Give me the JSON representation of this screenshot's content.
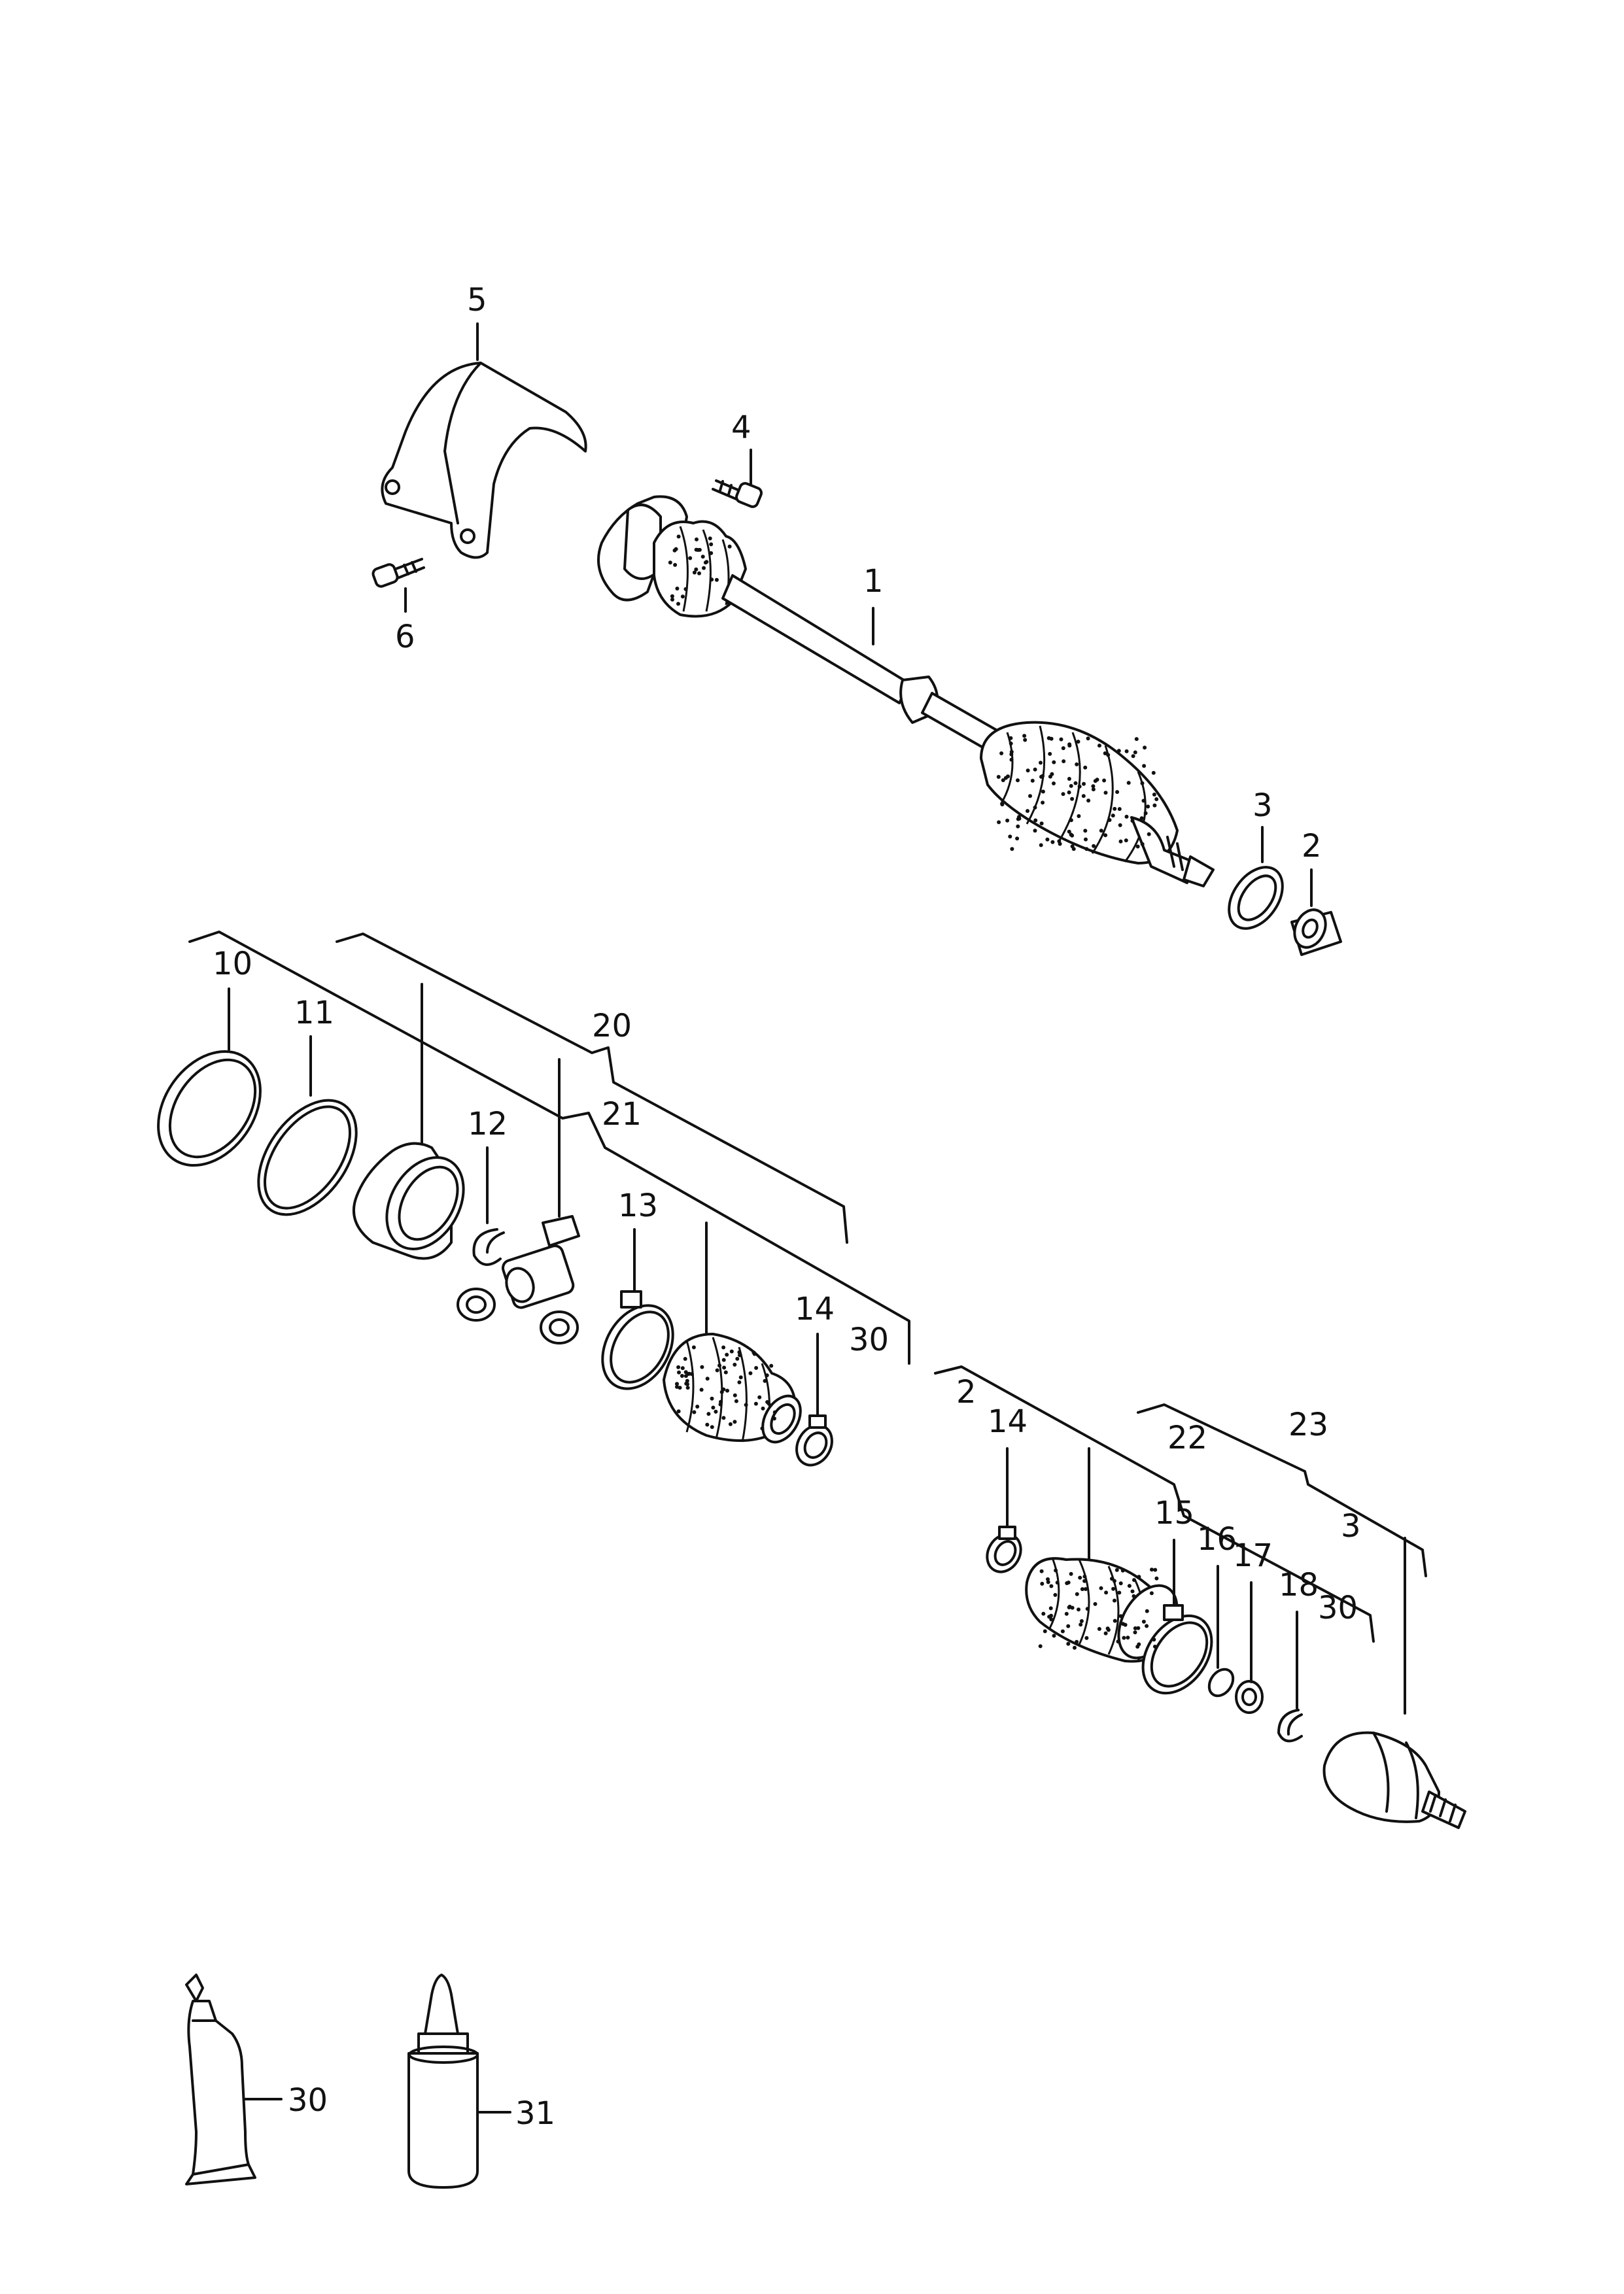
{
  "labels": {
    "l1": "1",
    "l2a": "2",
    "l3a": "3",
    "l4": "4",
    "l5": "5",
    "l6": "6",
    "l10": "10",
    "l11": "11",
    "l12": "12",
    "l13": "13",
    "l14a": "14",
    "l20": "20",
    "l21": "21",
    "l30a": "30",
    "l2b": "2",
    "l14b": "14",
    "l15": "15",
    "l16": "16",
    "l17": "17",
    "l18": "18",
    "l22": "22",
    "l23": "23",
    "l3b": "3",
    "l30b": "30",
    "l30c": "30",
    "l31": "31"
  }
}
